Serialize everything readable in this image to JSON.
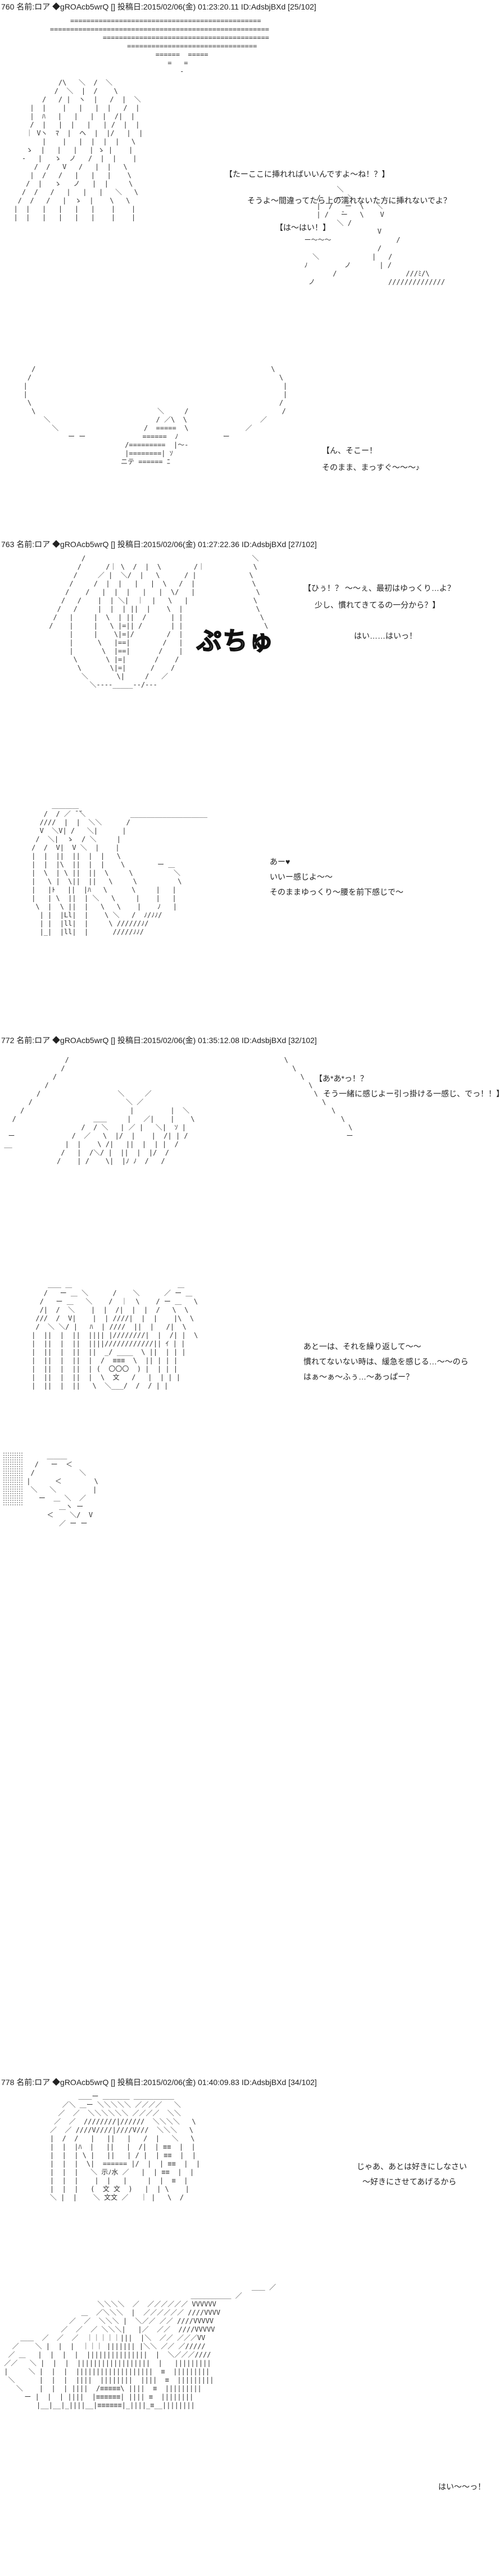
{
  "posts": [
    {
      "header": "760 名前:ロア ◆gROAcb5wrQ [] 投稿日:2015/02/06(金) 01:23:20.11 ID:AdsbjBXd [25/102]",
      "dialogue": [
        "【たーここに挿れればいいんですよ〜ね！？】",
        "そうよ〜間違ってたら上の濡れないた方に挿れないでよ？",
        "【は〜はい！】"
      ],
      "dialogue2": [
        "【ん、そこー！",
        "そのまま、まっすぐ〜〜〜♪"
      ]
    },
    {
      "header": "763 名前:ロア ◆gROAcb5wrQ [] 投稿日:2015/02/06(金) 01:27:22.36 ID:AdsbjBXd [27/102]",
      "dialogue": [
        "【ひぅ！？ 〜〜ぇ、最初はゆっくり…よ？",
        "少し、慣れてきてるの一分から？】"
      ],
      "reply": "はい……はいっ！",
      "sfx": "ぷちゅ",
      "dialogue2": [
        "あー♥",
        "いいー感じよ〜〜",
        "そのままゆっくり〜腰を前下感じで〜"
      ]
    },
    {
      "header": "772 名前:ロア ◆gROAcb5wrQ [] 投稿日:2015/02/06(金) 01:35:12.08 ID:AdsbjBXd [32/102]",
      "dialogue": [
        "【あ*あ*っ！？",
        "そう一緒に感じよー引っ掛ける一感じ、でっ！！】"
      ],
      "dialogue2": [
        "あと一は、それを繰り返して〜〜",
        "慣れてないない時は、緩急を感じる…〜〜のら",
        "はぁ〜ぁ〜ふぅ…〜あっぱー？"
      ]
    },
    {
      "header": "778 名前:ロア ◆gROAcb5wrQ [] 投稿日:2015/02/06(金) 01:40:09.83 ID:AdsbjBXd [34/102]",
      "dialogue": [
        "じゃあ、あとは好きにしなさい",
        "〜好きにさせてあげるから"
      ],
      "dialogue2": [
        "はい〜〜っ！"
      ]
    }
  ]
}
